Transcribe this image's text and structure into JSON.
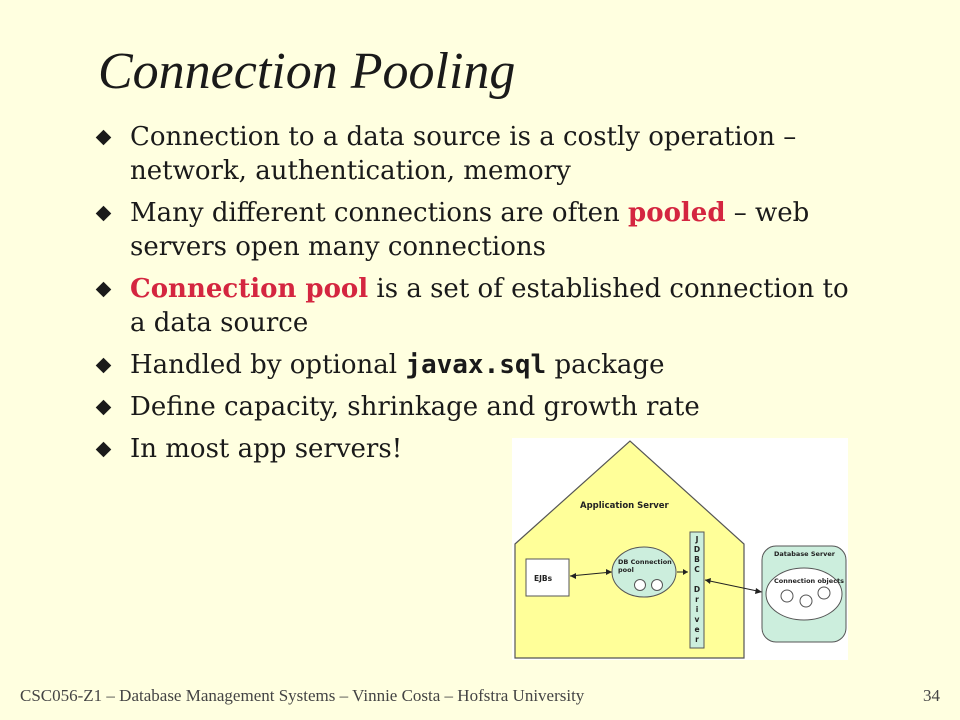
{
  "slide": {
    "title": "Connection Pooling",
    "bullets": [
      {
        "parts": [
          {
            "text": "Connection to a data source is a costly operation – network, authentication, memory"
          }
        ]
      },
      {
        "parts": [
          {
            "text": "Many different connections are often "
          },
          {
            "text": "pooled",
            "highlight": true
          },
          {
            "text": " – web servers open many connections"
          }
        ]
      },
      {
        "parts": [
          {
            "text": "Connection pool",
            "highlight": true
          },
          {
            "text": " is a set of established connection to a data source"
          }
        ]
      },
      {
        "parts": [
          {
            "text": "Handled by optional "
          },
          {
            "text": "javax.sql",
            "mono": true
          },
          {
            "text": " package"
          }
        ]
      },
      {
        "parts": [
          {
            "text": "Define capacity, shrinkage and growth rate"
          }
        ]
      },
      {
        "parts": [
          {
            "text": "In most app servers!"
          }
        ]
      }
    ],
    "colors": {
      "background": "#FFFFE0",
      "highlight": "#D42640",
      "house_fill": "#FFFF99",
      "pool_fill": "#CCEEDD"
    },
    "footer": "CSC056-Z1 – Database Management Systems – Vinnie Costa – Hofstra University",
    "page_number": "34"
  },
  "diagram": {
    "app_server_label": "Application Server",
    "ejbs_label": "EJBs",
    "pool_label_line1": "DB Connection",
    "pool_label_line2": "pool",
    "jdbc_driver_letters": [
      "J",
      "D",
      "B",
      "C",
      "",
      "D",
      "r",
      "i",
      "v",
      "e",
      "r"
    ],
    "db_server_label": "Database Server",
    "connection_objects_label": "Connection objects"
  }
}
